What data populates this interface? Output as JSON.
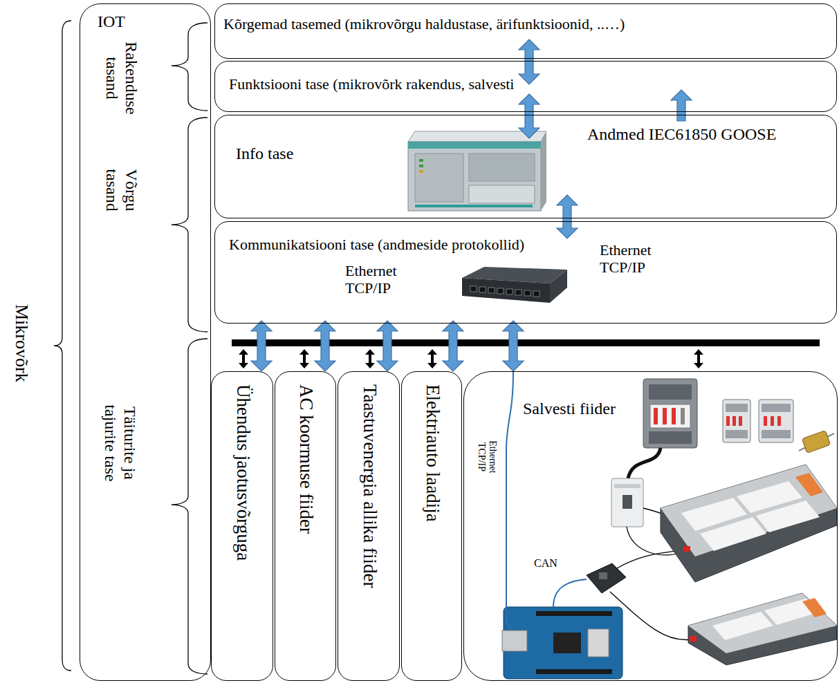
{
  "diagram": {
    "nodes": [
      {
        "text": [
          "IOT",
          "Rakenduse tasand",
          "Võrgu tasand",
          "Täiturite ja tajurite tase"
        ]
      },
      {
        "text": [
          "Kõrgemad tasemed (mikrovõrgu haldustase, ärifunktsioonid, ..…)"
        ]
      },
      {
        "text": [
          "Funktsiooni tase (mikrovõrk rakendus, salvesti"
        ]
      },
      {
        "text": [
          "Info tase"
        ]
      },
      {
        "text": [
          "Kommunikatsiooni tase (andmeside protokollid)",
          "Ethernet TCP/IP",
          "Ethernet TCP/IP"
        ]
      },
      {
        "text": [
          "Ühendus jaotusvõrguga"
        ]
      },
      {
        "text": [
          "AC koormuse fiider"
        ]
      },
      {
        "text": [
          "Taastuvenergia allika fiider"
        ]
      },
      {
        "text": [
          "Elektriauto laadija"
        ]
      },
      {
        "text": [
          "Salvesti fiider"
        ]
      }
    ],
    "edges": [
      {
        "from": 1,
        "to": 2,
        "arrow": "both"
      },
      {
        "from": 2,
        "to": 3,
        "arrow": "both"
      },
      {
        "from": 3,
        "to": 2,
        "arrow": "to",
        "label": "Andmed IEC61850 GOOSE"
      },
      {
        "from": 3,
        "to": 4,
        "arrow": "both"
      },
      {
        "from": 4,
        "to": 5,
        "arrow": "both"
      },
      {
        "from": 4,
        "to": 6,
        "arrow": "both"
      },
      {
        "from": 4,
        "to": 7,
        "arrow": "both"
      },
      {
        "from": 4,
        "to": 8,
        "arrow": "both"
      },
      {
        "from": 4,
        "to": 9,
        "arrow": "both"
      }
    ],
    "labels": [
      "Mikrovõrk",
      "Ethernet TCP/IP",
      "CAN"
    ]
  }
}
